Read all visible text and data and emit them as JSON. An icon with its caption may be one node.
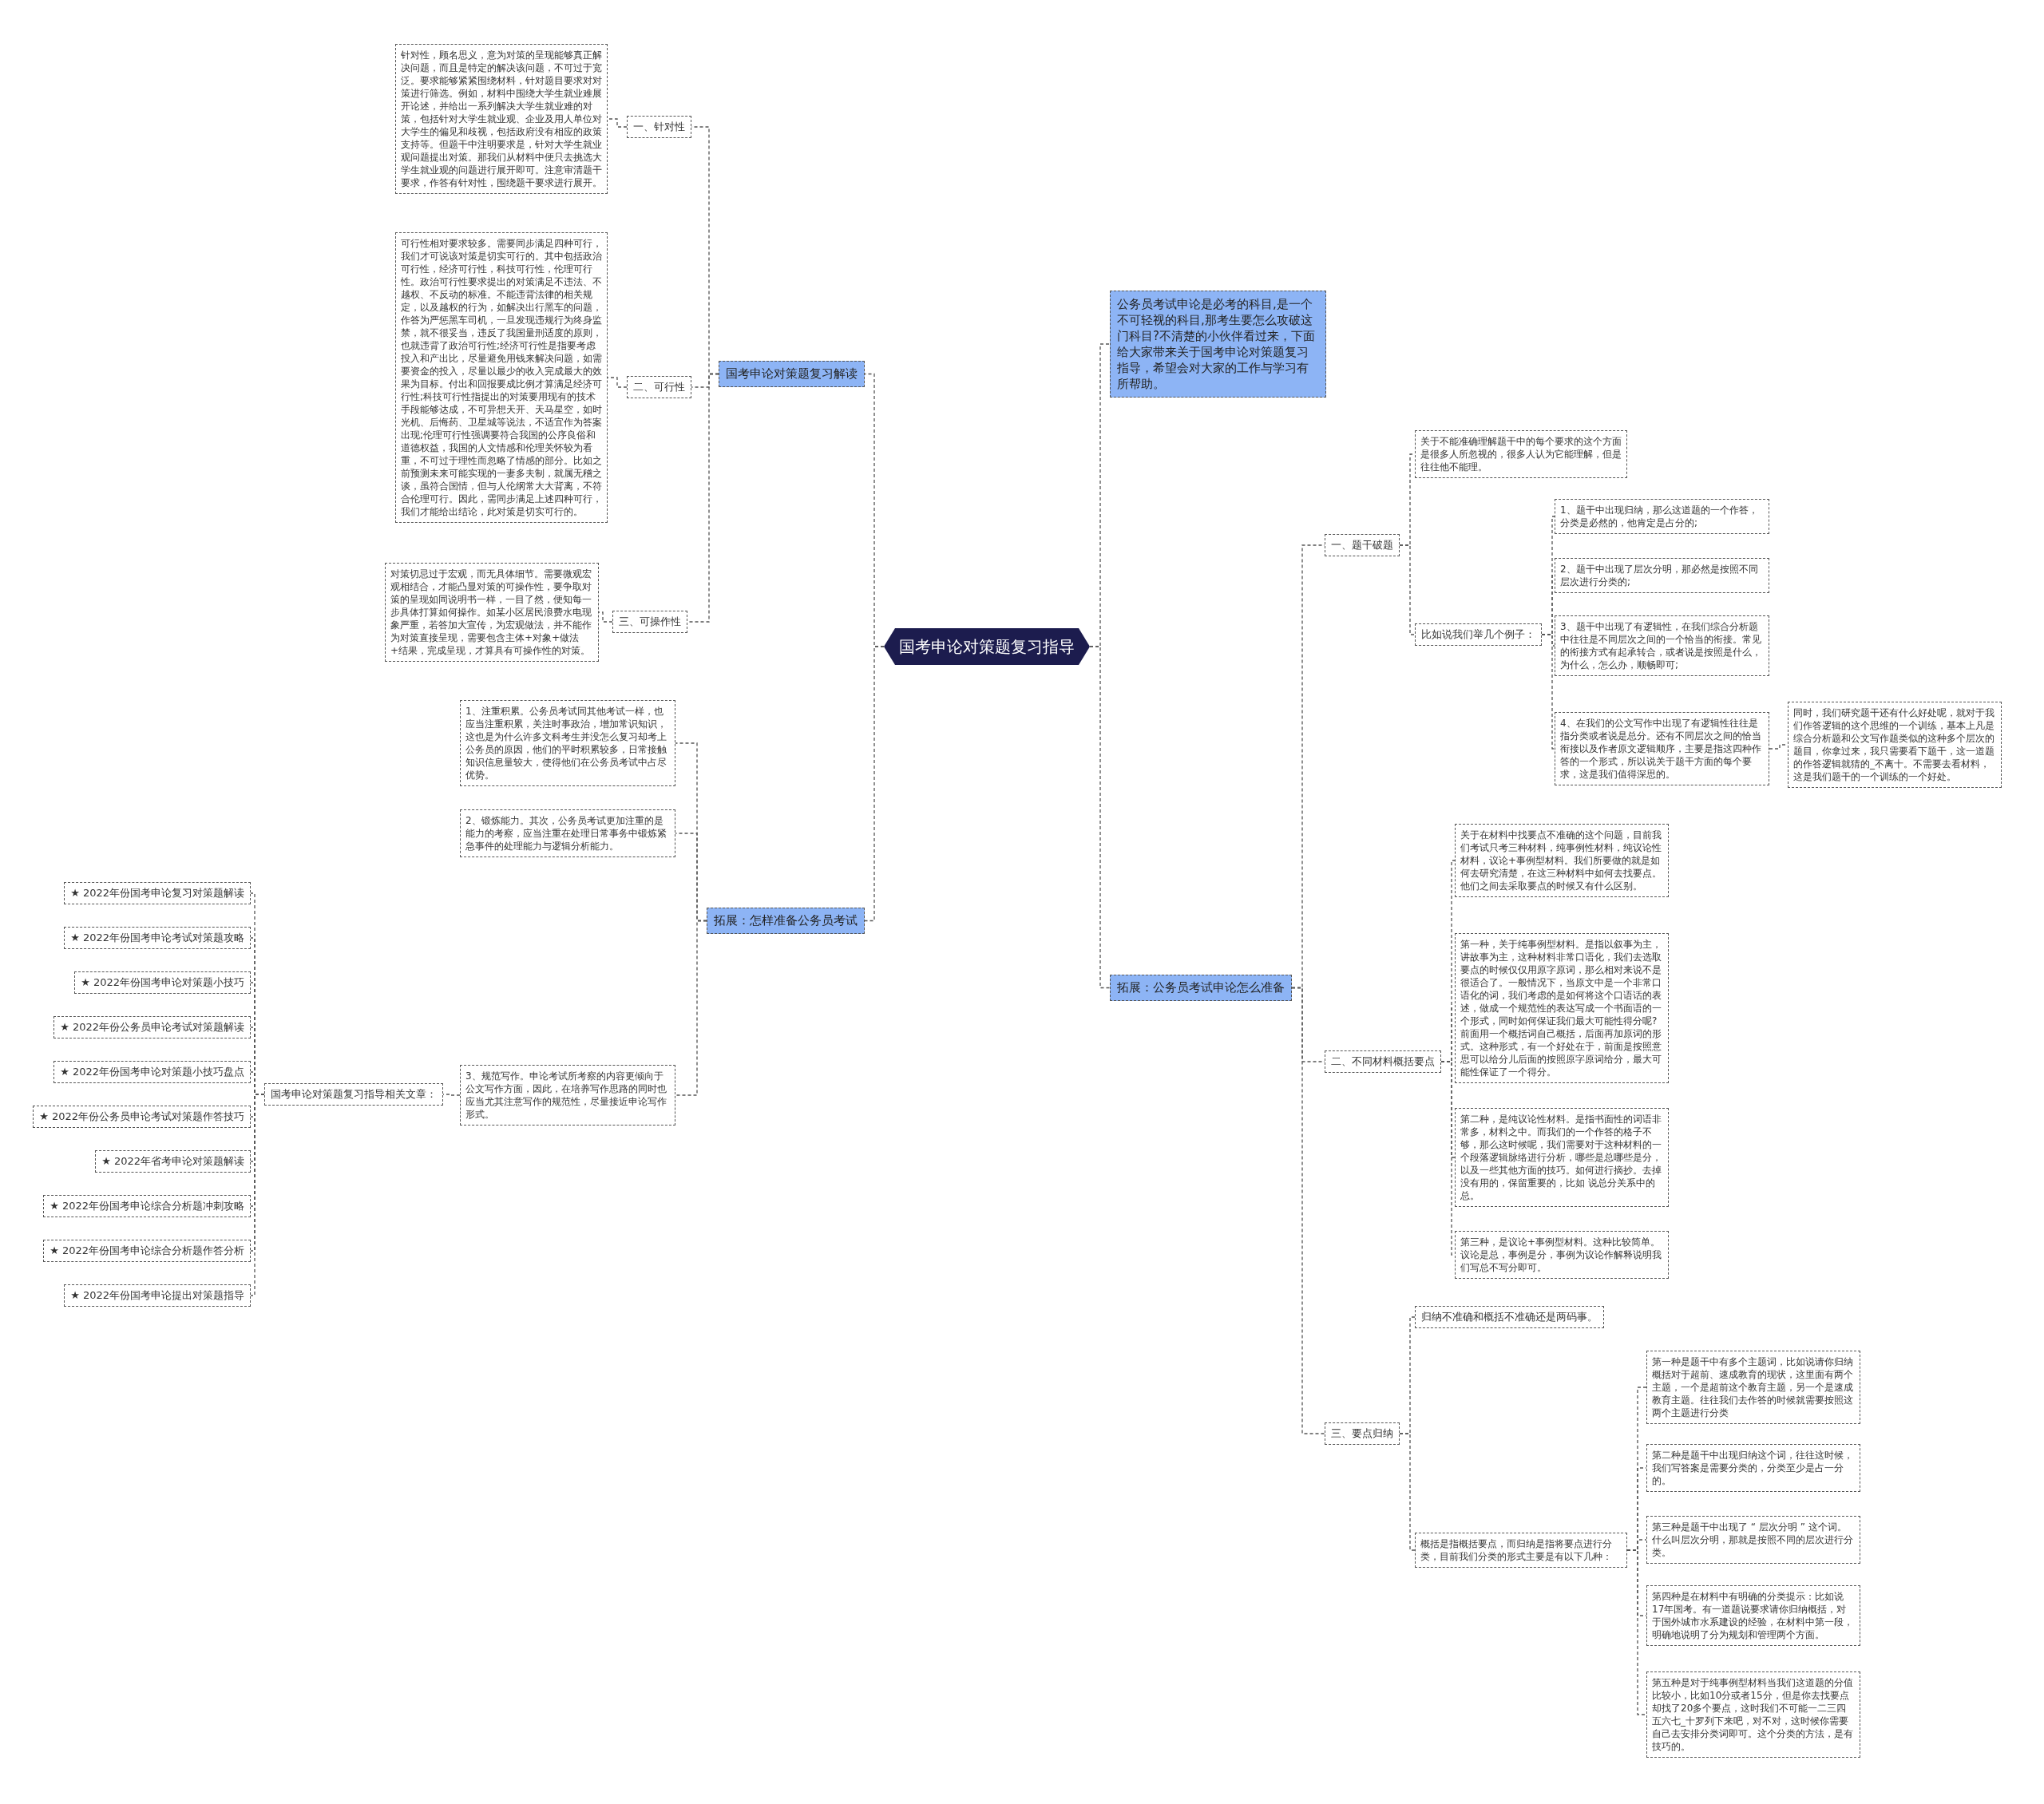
{
  "diagram": {
    "nodes": [
      {
        "text": [
          "国考申论对策题复习指导"
        ]
      },
      {
        "text": [
          "国考申论对策题复习解读"
        ]
      },
      {
        "text": [
          "一、针对性"
        ]
      },
      {
        "text": [
          "针对性，顾名思义，意为对策的呈现能够真正解决问题，而且是特定的解决该问题，不可过于宽泛。要求能够紧紧围绕材料，针对题目要求对对策进行筛选。例如，材料中围绕大学生就业难展开论述，并给出一系列解决大学生就业难的对策，包括针对大学生就业观、企业及用人单位对大学生的偏见和歧视，包括政府没有相应的政策支持等。但题干中注明要求是，针对大学生就业观问题提出对策。那我们从材料中便只去挑选大学生就业观的问题进行展开即可。注意审清题干要求，作答有针对性，围绕题干要求进行展开。"
        ]
      },
      {
        "text": [
          "二、可行性"
        ]
      },
      {
        "text": [
          "可行性相对要求较多。需要同步满足四种可行，我们才可说该对策是切实可行的。其中包括政治可行性，经济可行性，科技可行性，伦理可行性。政治可行性要求提出的对策满足不违法、不越权、不反动的标准。不能违背法律的相关规定，以及越权的行为，如解决出行黑车的问题，作答为严惩黑车司机，一旦发现违规行为终身监禁，就不很妥当，违反了我国量刑适度的原则，也就违背了政治可行性;经济可行性是指要考虑投入和产出比，尽量避免用钱来解决问题，如需要资金的投入，尽量以最少的收入完成最大的效果为目标。付出和回报要成比例才算满足经济可行性;科技可行性指提出的对策要用现有的技术手段能够达成，不可异想天开、天马星空，如时光机、后悔药、卫星城等说法，不适宜作为答案出现;伦理可行性强调要符合我国的公序良俗和道德权益，我国的人文情感和伦理关怀较为看重，不可过于理性而忽略了情感的部分。比如之前预测未来可能实现的一妻多夫制，就属无稽之谈，虽符合国情，但与人伦纲常大大背离，不符合伦理可行。因此，需同步满足上述四种可行，我们才能给出结论，此对策是切实可行的。"
        ]
      },
      {
        "text": [
          "三、可操作性"
        ]
      },
      {
        "text": [
          "对策切忌过于宏观，而无具体细节。需要微观宏观相结合，才能凸显对策的可操作性，要争取对策的呈现如同说明书一样，一目了然，便知每一步具体打算如何操作。如某小区居民浪费水电现象严重，若答加大宣传，为宏观做法，并不能作为对策直接呈现，需要包含主体+对象+做法+结果，完成呈现，才算具有可操作性的对策。"
        ]
      },
      {
        "text": [
          "拓展：怎样准备公务员考试"
        ]
      },
      {
        "text": [
          "1、注重积累。公务员考试同其他考试一样，也应当注重积累，关注时事政治，增加常识知识，这也是为什么许多文科考生并没怎么复习却考上公务员的原因，他们的平时积累较多，日常接触知识信息量较大，使得他们在公务员考试中占尽优势。"
        ]
      },
      {
        "text": [
          "2、锻炼能力。其次，公务员考试更加注重的是能力的考察，应当注重在处理日常事务中锻炼紧急事件的处理能力与逻辑分析能力。"
        ]
      },
      {
        "text": [
          "3、规范写作。申论考试所考察的内容更倾向于公文写作方面，因此，在培养写作思路的同时也应当尤其注意写作的规范性，尽量接近申论写作形式。"
        ]
      },
      {
        "text": [
          "国考申论对策题复习指导相关文章："
        ]
      },
      {
        "text": [
          "★ 2022年份国考申论复习对策题解读"
        ]
      },
      {
        "text": [
          "★ 2022年份国考申论考试对策题攻略"
        ]
      },
      {
        "text": [
          "★ 2022年份国考申论对策题小技巧"
        ]
      },
      {
        "text": [
          "★ 2022年份公务员申论考试对策题解读"
        ]
      },
      {
        "text": [
          "★ 2022年份国考申论对策题小技巧盘点"
        ]
      },
      {
        "text": [
          "★ 2022年份公务员申论考试对策题作答技巧"
        ]
      },
      {
        "text": [
          "★ 2022年省考申论对策题解读"
        ]
      },
      {
        "text": [
          "★ 2022年份国考申论综合分析题冲刺攻略"
        ]
      },
      {
        "text": [
          "★ 2022年份国考申论综合分析题作答分析"
        ]
      },
      {
        "text": [
          "★ 2022年份国考申论提出对策题指导"
        ]
      },
      {
        "text": [
          "公务员考试申论是必考的科目,是一个不可轻视的科目,那考生要怎么攻破这门科目?不清楚的小伙伴看过来，下面给大家带来关于国考申论对策题复习指导，希望会对大家的工作与学习有所帮助。"
        ]
      },
      {
        "text": [
          "拓展：公务员考试申论怎么准备"
        ]
      },
      {
        "text": [
          "一、题干破题"
        ]
      },
      {
        "text": [
          "关于不能准确理解题干中的每个要求的这个方面是很多人所忽视的，很多人认为它能理解，但是往往他不能理。"
        ]
      },
      {
        "text": [
          "比如说我们举几个例子："
        ]
      },
      {
        "text": [
          "1、题干中出现归纳，那么这道题的一个作答，分类是必然的，他肯定是占分的;"
        ]
      },
      {
        "text": [
          "2、题干中出现了层次分明，那必然是按照不同层次进行分类的;"
        ]
      },
      {
        "text": [
          "3、题干中出现了有逻辑性，在我们综合分析题中往往是不同层次之间的一个恰当的衔接。常见的衔接方式有起承转合，或者说是按照是什么，为什么，怎么办，顺畅即可;"
        ]
      },
      {
        "text": [
          "4、在我们的公文写作中出现了有逻辑性往往是指分类或者说是总分。还有不同层次之间的恰当衔接以及作者原文逻辑顺序，主要是指这四种作答的一个形式，所以说关于题干方面的每个要求，这是我们值得深思的。"
        ]
      },
      {
        "text": [
          "同时，我们研究题干还有什么好处呢，就对于我们作答逻辑的这个思维的一个训练，基本上凡是综合分析题和公文写作题类似的这种多个层次的题目，你拿过来，我只需要看下题干，这一道题的作答逻辑就猜的_不离十。不需要去看材料，这是我们题干的一个训练的一个好处。"
        ]
      },
      {
        "text": [
          "二、不同材料概括要点"
        ]
      },
      {
        "text": [
          "关于在材料中找要点不准确的这个问题，目前我们考试只考三种材料，纯事例性材料，纯议论性材料，议论+事例型材料。我们所要做的就是如何去研究清楚，在这三种材料中如何去找要点。他们之间去采取要点的时候又有什么区别。"
        ]
      },
      {
        "text": [
          "第一种，关于纯事例型材料。是指以叙事为主，讲故事为主，这种材料非常口语化，我们去选取要点的时候仅仅用原字原词，那么相对来说不是很适合了。一般情况下，当原文中是一个非常口语化的词，我们考虑的是如何将这个口语话的表述，做成一个规范性的表达写成一个书面语的一个形式，同时如何保证我们最大可能性得分呢?前面用一个概括词自己概括，后面再加原词的形式。这种形式，有一个好处在于，前面是按照意思可以给分儿后面的按照原字原词给分，最大可能性保证了一个得分。"
        ]
      },
      {
        "text": [
          "第二种，是纯议论性材料。是指书面性的词语非常多，材料之中。而我们的一个作答的格子不够，那么这时候呢，我们需要对于这种材料的一个段落逻辑脉络进行分析，哪些是总哪些是分，以及一些其他方面的技巧。如何进行摘抄。去掉没有用的，保留重要的，比如 说总分关系中的总。"
        ]
      },
      {
        "text": [
          "第三种，是议论+事例型材料。这种比较简单。议论是总，事例是分，事例为议论作解释说明我们写总不写分即可。"
        ]
      },
      {
        "text": [
          "三、要点归纳"
        ]
      },
      {
        "text": [
          "归纳不准确和概括不准确还是两码事。"
        ]
      },
      {
        "text": [
          "概括是指概括要点，而归纳是指将要点进行分类，目前我们分类的形式主要是有以下几种："
        ]
      },
      {
        "text": [
          "第一种是题干中有多个主题词，比如说请你归纳概括对于超前、速成教育的现状，这里面有两个主题，一个是超前这个教育主题，另一个是速成教育主题。往往我们去作答的时候就需要按照这两个主题进行分类"
        ]
      },
      {
        "text": [
          "第二种是题干中出现归纳这个词，往往这时候，我们写答案是需要分类的，分类至少是占一分的。"
        ]
      },
      {
        "text": [
          "第三种是题干中出现了 “ 层次分明 ” 这个词。什么叫层次分明，那就是按照不同的层次进行分类。"
        ]
      },
      {
        "text": [
          "第四种是在材料中有明确的分类提示：比如说17年国考。有一道题说要求请你归纳概括，对于国外城市水系建设的经验，在材料中第一段，明确地说明了分为规划和管理两个方面。"
        ]
      },
      {
        "text": [
          "第五种是对于纯事例型材料当我们这道题的分值比较小，比如10分或者15分，但是你去找要点却找了20多个要点，这时我们不可能一二三四五六七_十罗列下来吧，对不对，这时候你需要自己去安排分类词即可。这个分类的方法，是有技巧的。"
        ]
      }
    ],
    "edges": [
      {
        "from": 0,
        "to": 1,
        "arrow": "none"
      },
      {
        "from": 1,
        "to": 2,
        "arrow": "none"
      },
      {
        "from": 2,
        "to": 3,
        "arrow": "none"
      },
      {
        "from": 1,
        "to": 4,
        "arrow": "none"
      },
      {
        "from": 4,
        "to": 5,
        "arrow": "none"
      },
      {
        "from": 1,
        "to": 6,
        "arrow": "none"
      },
      {
        "from": 6,
        "to": 7,
        "arrow": "none"
      },
      {
        "from": 0,
        "to": 8,
        "arrow": "none"
      },
      {
        "from": 8,
        "to": 9,
        "arrow": "none"
      },
      {
        "from": 8,
        "to": 10,
        "arrow": "none"
      },
      {
        "from": 8,
        "to": 11,
        "arrow": "none"
      },
      {
        "from": 11,
        "to": 12,
        "arrow": "none"
      },
      {
        "from": 12,
        "to": 13,
        "arrow": "none"
      },
      {
        "from": 12,
        "to": 14,
        "arrow": "none"
      },
      {
        "from": 12,
        "to": 15,
        "arrow": "none"
      },
      {
        "from": 12,
        "to": 16,
        "arrow": "none"
      },
      {
        "from": 12,
        "to": 17,
        "arrow": "none"
      },
      {
        "from": 12,
        "to": 18,
        "arrow": "none"
      },
      {
        "from": 12,
        "to": 19,
        "arrow": "none"
      },
      {
        "from": 12,
        "to": 20,
        "arrow": "none"
      },
      {
        "from": 12,
        "to": 21,
        "arrow": "none"
      },
      {
        "from": 12,
        "to": 22,
        "arrow": "none"
      },
      {
        "from": 0,
        "to": 23,
        "arrow": "none"
      },
      {
        "from": 0,
        "to": 24,
        "arrow": "none"
      },
      {
        "from": 24,
        "to": 25,
        "arrow": "none"
      },
      {
        "from": 25,
        "to": 26,
        "arrow": "none"
      },
      {
        "from": 25,
        "to": 27,
        "arrow": "none"
      },
      {
        "from": 27,
        "to": 28,
        "arrow": "none"
      },
      {
        "from": 27,
        "to": 29,
        "arrow": "none"
      },
      {
        "from": 27,
        "to": 30,
        "arrow": "none"
      },
      {
        "from": 27,
        "to": 31,
        "arrow": "none"
      },
      {
        "from": 31,
        "to": 32,
        "arrow": "none"
      },
      {
        "from": 24,
        "to": 33,
        "arrow": "none"
      },
      {
        "from": 33,
        "to": 34,
        "arrow": "none"
      },
      {
        "from": 33,
        "to": 35,
        "arrow": "none"
      },
      {
        "from": 33,
        "to": 36,
        "arrow": "none"
      },
      {
        "from": 33,
        "to": 37,
        "arrow": "none"
      },
      {
        "from": 24,
        "to": 38,
        "arrow": "none"
      },
      {
        "from": 38,
        "to": 39,
        "arrow": "none"
      },
      {
        "from": 38,
        "to": 40,
        "arrow": "none"
      },
      {
        "from": 40,
        "to": 41,
        "arrow": "none"
      },
      {
        "from": 40,
        "to": 42,
        "arrow": "none"
      },
      {
        "from": 40,
        "to": 43,
        "arrow": "none"
      },
      {
        "from": 40,
        "to": 44,
        "arrow": "none"
      },
      {
        "from": 40,
        "to": 45,
        "arrow": "none"
      }
    ]
  }
}
